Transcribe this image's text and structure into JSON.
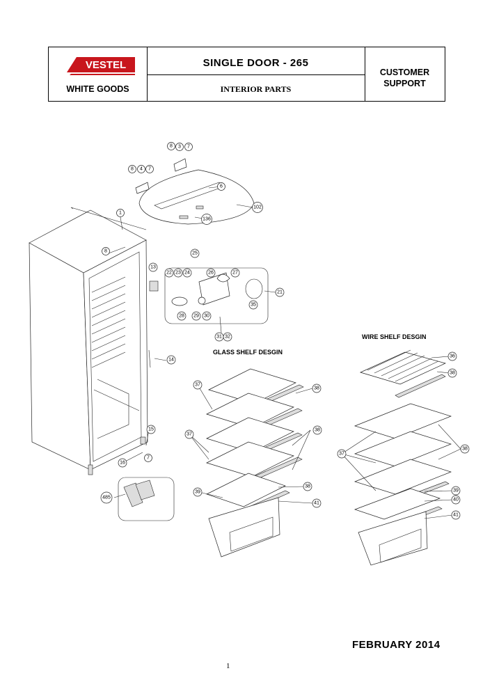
{
  "header": {
    "brand_logo_text": "VESTEL",
    "brand_sub": "WHITE GOODS",
    "title": "SINGLE DOOR - 265",
    "subtitle": "INTERIOR PARTS",
    "support": "CUSTOMER SUPPORT"
  },
  "sections": {
    "glass": "GLASS SHELF DESGIN",
    "wire": "WIRE SHELF DESGIN"
  },
  "callouts": [
    "8",
    "3",
    "7",
    "8",
    "4",
    "7",
    "6",
    "102",
    "1",
    "136",
    "8",
    "25",
    "13",
    "22",
    "23",
    "24",
    "26",
    "27",
    "21",
    "35",
    "28",
    "29",
    "30",
    "31",
    "32",
    "14",
    "36",
    "38",
    "37",
    "38",
    "37",
    "38",
    "15",
    "7",
    "16",
    "38",
    "37",
    "39",
    "38",
    "485",
    "41",
    "39",
    "40",
    "41"
  ],
  "footer": {
    "date": "FEBRUARY 2014",
    "page": "1"
  },
  "colors": {
    "logo_red": "#c8161d",
    "ink": "#000000"
  }
}
